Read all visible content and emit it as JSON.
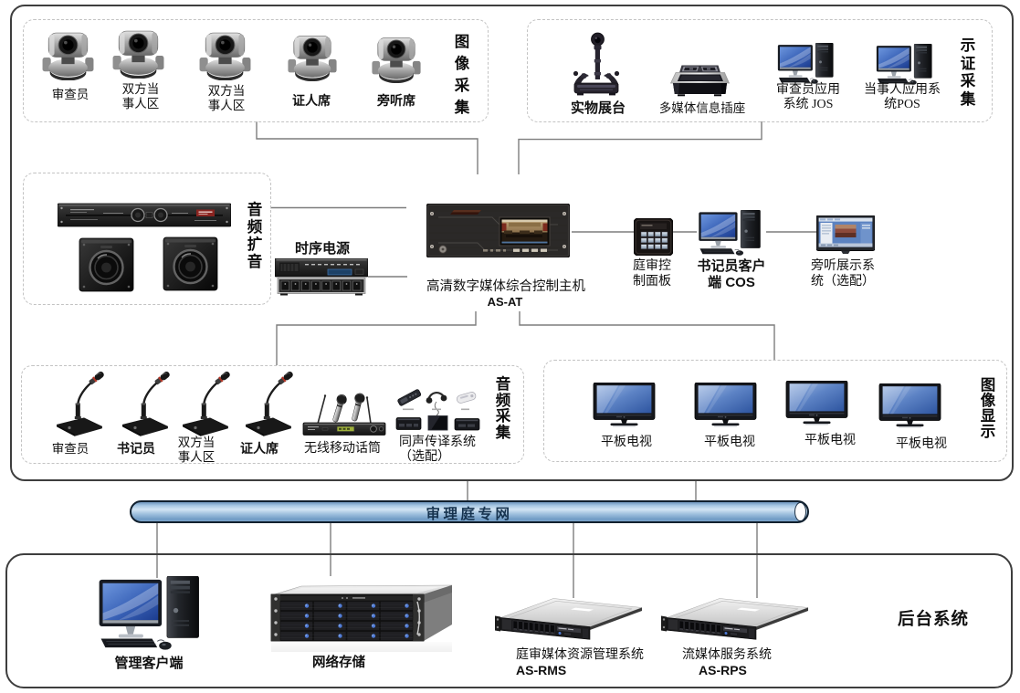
{
  "colors": {
    "background": "#ffffff",
    "outer_box_border": "#3e3e3e",
    "dashed_box_border": "#c3c3c3",
    "connector_line": "#7d7d7d",
    "pipe_fill_light": "#d3e5f4",
    "pipe_fill_dark": "#6f9ac4",
    "pipe_border": "#11202e",
    "pipe_text_color": "#16334f",
    "screen_blue": "#4a73c2",
    "label_color": "#111111"
  },
  "image_capture": {
    "title": "图像采集",
    "cameras": [
      {
        "label": [
          "审查员"
        ]
      },
      {
        "label": [
          "双方当",
          "事人区"
        ]
      },
      {
        "label": [
          "双方当",
          "事人区"
        ]
      },
      {
        "label": [
          "证人席"
        ]
      },
      {
        "label": [
          "旁听席"
        ]
      }
    ]
  },
  "evidence_capture": {
    "title": "示证采集",
    "items": [
      {
        "label": [
          "实物展台"
        ]
      },
      {
        "label": [
          "多媒体信息插座"
        ]
      },
      {
        "label": [
          "审查员应用",
          "系统 JOS"
        ]
      },
      {
        "label": [
          "当事人应用系",
          "统POS"
        ]
      }
    ]
  },
  "audio_amplify": {
    "title": "音频扩音"
  },
  "power_sequencer": {
    "label": "时序电源"
  },
  "host": {
    "label_line1": "高清数字媒体综合控制主机",
    "label_line2": "AS-AT"
  },
  "control_panel": {
    "label": [
      "庭审控",
      "制面板"
    ]
  },
  "clerk_client": {
    "label": [
      "书记员客户",
      "端 COS"
    ]
  },
  "audience_display": {
    "label": [
      "旁听展示系",
      "统（选配）"
    ]
  },
  "audio_capture": {
    "title": "音频采集",
    "mics": [
      {
        "label": [
          "审查员"
        ]
      },
      {
        "label": [
          "书记员"
        ]
      },
      {
        "label": [
          "双方当",
          "事人区"
        ]
      },
      {
        "label": [
          "证人席"
        ]
      }
    ],
    "wireless": {
      "label": "无线移动话筒"
    },
    "interpretation": {
      "label": [
        "同声传译系统",
        "（选配）"
      ]
    }
  },
  "image_display": {
    "title": "图像显示",
    "tvs": [
      "平板电视",
      "平板电视",
      "平板电视",
      "平板电视"
    ]
  },
  "network": {
    "label": "审理庭专网"
  },
  "backend": {
    "title": "后台系统",
    "items": [
      {
        "label": "管理客户端"
      },
      {
        "label": "网络存储"
      },
      {
        "label": "庭审媒体资源管理系统",
        "code": "AS-RMS"
      },
      {
        "label": "流媒体服务系统",
        "code": "AS-RPS"
      }
    ]
  }
}
